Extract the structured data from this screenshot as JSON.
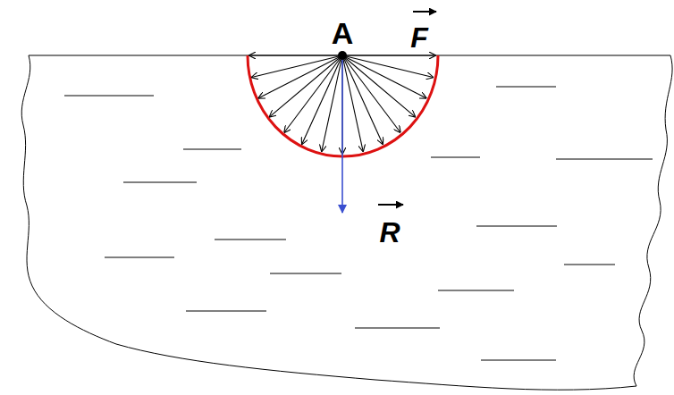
{
  "diagram": {
    "labels": [
      "A",
      "F",
      "R"
    ]
  }
}
